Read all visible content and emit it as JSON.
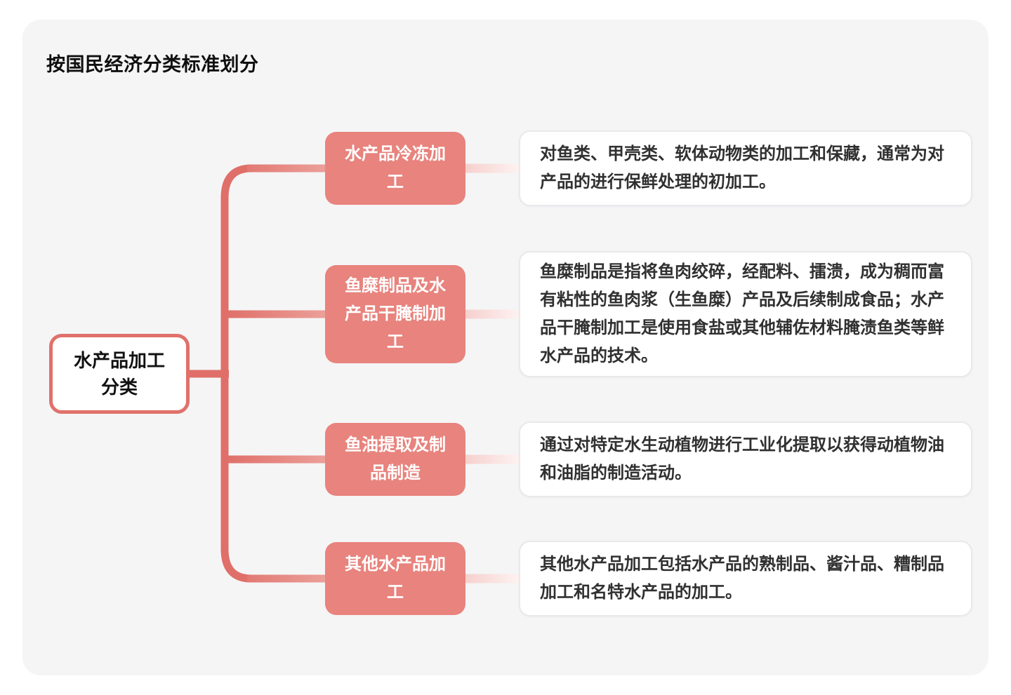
{
  "page": {
    "title": "按国民经济分类标准划分"
  },
  "colors": {
    "accent_line": "#df6f68",
    "accent_line_light": "#ec9f99",
    "node_fill": "#e8837d",
    "node_text": "#ffffff",
    "root_border": "#e0716a",
    "card_background": "#f5f5f6",
    "description_border": "#e9e9ec",
    "description_text": "#303030",
    "light_connector_start": "#f6d0cd",
    "light_connector_end": "#fdf3f2"
  },
  "mindmap": {
    "root": {
      "label": "水产品加工分类"
    },
    "branches": [
      {
        "label": "水产品冷冻加工",
        "description": "对鱼类、甲壳类、软体动物类的加工和保藏，通常为对产品的进行保鲜处理的初加工。"
      },
      {
        "label": "鱼糜制品及水产品干腌制加工",
        "description": "鱼糜制品是指将鱼肉绞碎，经配料、擂溃，成为稠而富有粘性的鱼肉浆（生鱼糜）产品及后续制成食品；水产品干腌制加工是使用食盐或其他辅佐材料腌渍鱼类等鲜水产品的技术。"
      },
      {
        "label": "鱼油提取及制品制造",
        "description": "通过对特定水生动植物进行工业化提取以获得动植物油和油脂的制造活动。"
      },
      {
        "label": "其他水产品加工",
        "description": "其他水产品加工包括水产品的熟制品、酱汁品、糟制品加工和名特水产品的加工。"
      }
    ]
  }
}
